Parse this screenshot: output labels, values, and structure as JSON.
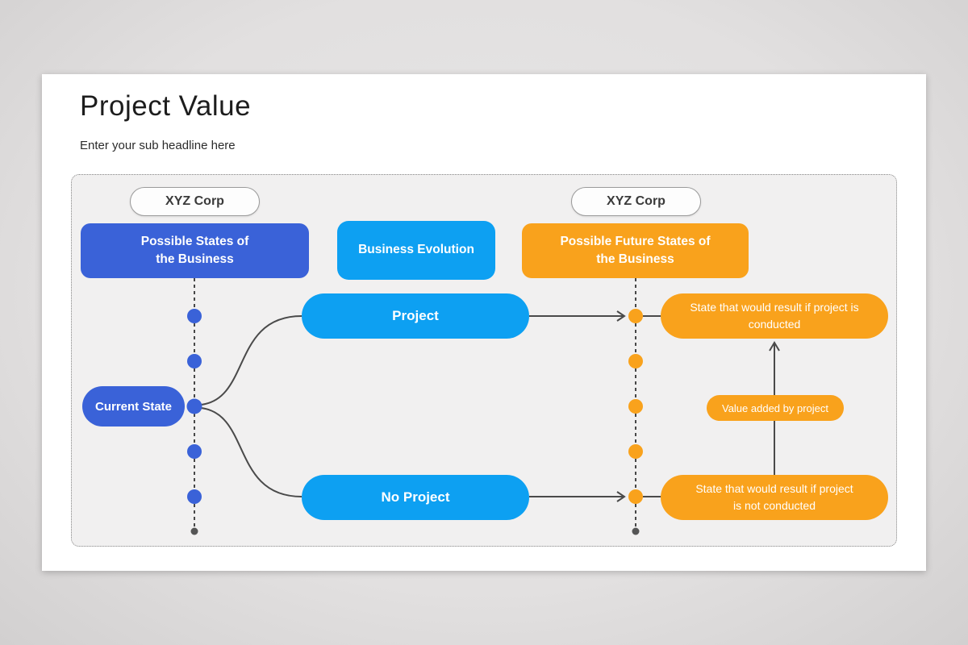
{
  "slide": {
    "title": "Project Value",
    "subtitle": "Enter your sub headline here"
  },
  "diagram": {
    "org_left": "XYZ Corp",
    "org_right": "XYZ Corp",
    "header_left": {
      "lines": [
        "Possible States of",
        "the Business"
      ]
    },
    "header_center": "Business Evolution",
    "header_right": {
      "lines": [
        "Possible Future States of",
        "the Business"
      ]
    },
    "current_state": "Current State",
    "project": "Project",
    "no_project": "No Project",
    "result_conducted": {
      "lines": [
        "State that would result if project is",
        "conducted"
      ]
    },
    "value_added": "Value added by project",
    "result_not_conducted": {
      "lines": [
        "State that would result if project",
        "is not conducted"
      ]
    }
  },
  "colors": {
    "royal_blue": "#3a62d8",
    "azure_blue": "#0da0f2",
    "orange": "#f9a21c",
    "line_gray": "#4a4a4a",
    "slide_background": "#ffffff",
    "page_background": "#e2e0e0",
    "diagram_background": "#f1f0f0"
  }
}
